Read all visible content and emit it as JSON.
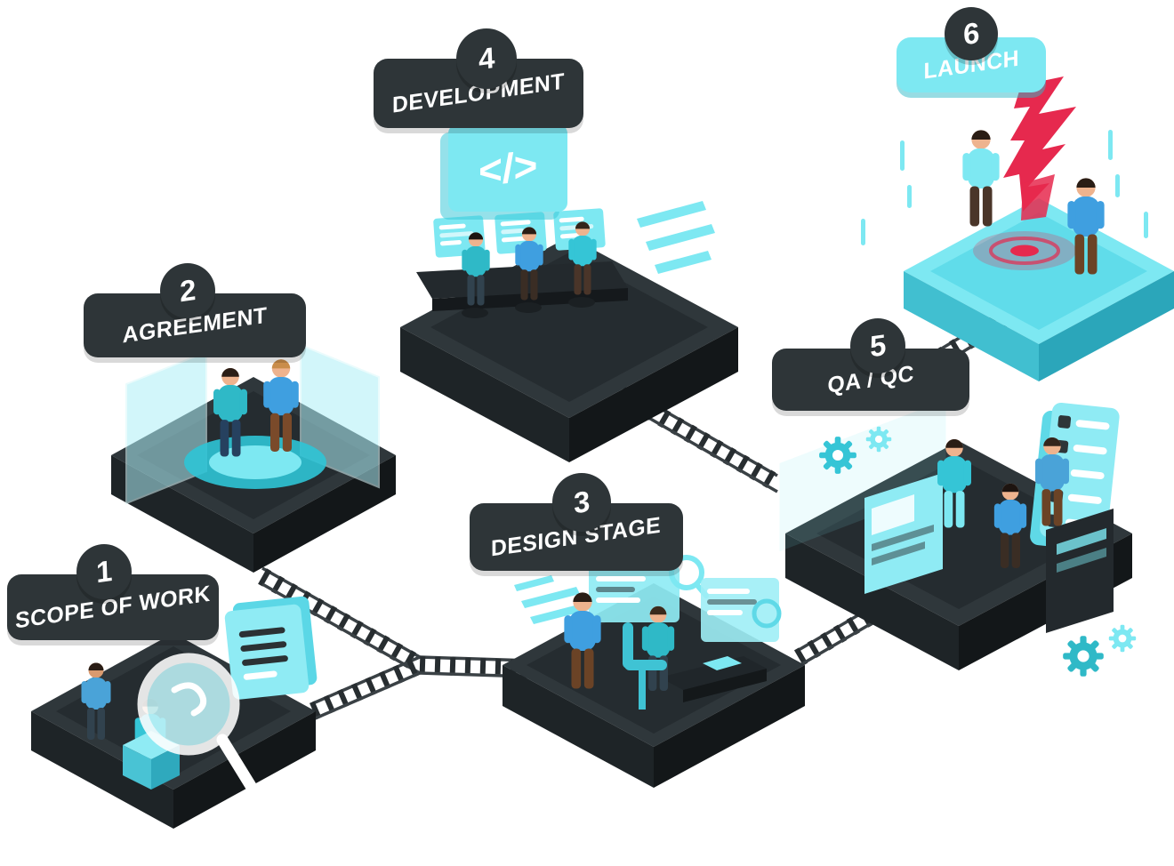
{
  "diagram": {
    "name": "Software project workflow infographic",
    "steps": [
      {
        "number": "1",
        "label": "SCOPE OF WORK"
      },
      {
        "number": "2",
        "label": "AGREEMENT"
      },
      {
        "number": "3",
        "label": "DESIGN STAGE"
      },
      {
        "number": "4",
        "label": "DEVELOPMENT"
      },
      {
        "number": "5",
        "label": "QA / QC"
      },
      {
        "number": "6",
        "label": "LAUNCH"
      }
    ],
    "icons": {
      "code_symbol": "</>"
    },
    "colors": {
      "dark": "#2e3538",
      "cyan": "#7de8f2",
      "cyan_deep": "#2fb9c7",
      "red": "#e6294e",
      "text": "#ffffff"
    }
  }
}
